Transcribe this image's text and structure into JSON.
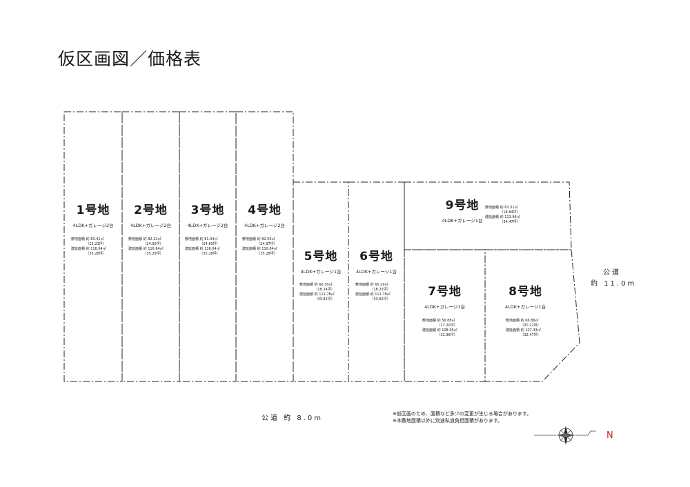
{
  "title": "仮区画図／価格表",
  "lots": [
    {
      "name": "1号地",
      "layout": "4LDK+ガレージ2台",
      "land_label": "敷地面積",
      "land_sqm": "約 83.41㎡",
      "land_tsubo": "（25.23坪）",
      "floor_label": "建延面積",
      "floor_sqm": "約 116.64㎡",
      "floor_tsubo": "（35.28坪）"
    },
    {
      "name": "2号地",
      "layout": "4LDK+ガレージ2台",
      "land_label": "敷地面積",
      "land_sqm": "約 82.32㎡",
      "land_tsubo": "（24.90坪）",
      "floor_label": "建延面積",
      "floor_sqm": "約 116.64㎡",
      "floor_tsubo": "（35.28坪）"
    },
    {
      "name": "3号地",
      "layout": "4LDK+ガレージ2台",
      "land_label": "敷地面積",
      "land_sqm": "約 81.34㎡",
      "land_tsubo": "（24.60坪）",
      "floor_label": "建延面積",
      "floor_sqm": "約 116.64㎡",
      "floor_tsubo": "（35.28坪）"
    },
    {
      "name": "4号地",
      "layout": "4LDK+ガレージ2台",
      "land_label": "敷地面積",
      "land_sqm": "約 82.56㎡",
      "land_tsubo": "（24.97坪）",
      "floor_label": "建延面積",
      "floor_sqm": "約 116.64㎡",
      "floor_tsubo": "（35.28坪）"
    },
    {
      "name": "5号地",
      "layout": "4LDK+ガレージ1台",
      "land_label": "敷地面積",
      "land_sqm": "約 60.30㎡",
      "land_tsubo": "（18.24坪）",
      "floor_label": "建延面積",
      "floor_sqm": "約 111.78㎡",
      "floor_tsubo": "（33.82坪）"
    },
    {
      "name": "6号地",
      "layout": "4LDK+ガレージ1台",
      "land_label": "敷地面積",
      "land_sqm": "約 60.29㎡",
      "land_tsubo": "（18.23坪）",
      "floor_label": "建延面積",
      "floor_sqm": "約 111.78㎡",
      "floor_tsubo": "（33.82坪）"
    },
    {
      "name": "7号地",
      "layout": "4LDK+ガレージ1台",
      "land_label": "敷地面積",
      "land_sqm": "約 56.88㎡",
      "land_tsubo": "（17.20坪）",
      "floor_label": "建延面積",
      "floor_sqm": "約 108.95㎡",
      "floor_tsubo": "（32.96坪）"
    },
    {
      "name": "8号地",
      "layout": "4LDK+ガレージ1台",
      "land_label": "敷地面積",
      "land_sqm": "約 66.86㎡",
      "land_tsubo": "（20.22坪）",
      "floor_label": "建延面積",
      "floor_sqm": "約 107.33㎡",
      "floor_tsubo": "（32.47坪）"
    },
    {
      "name": "9号地",
      "layout": "4LDK+ガレージ1台",
      "land_label": "敷地面積",
      "land_sqm": "約 62.31㎡",
      "land_tsubo": "（18.84坪）",
      "floor_label": "建延面積",
      "floor_sqm": "約 113.96㎡",
      "floor_tsubo": "（34.47坪）"
    }
  ],
  "roads": {
    "east_line1": "公道",
    "east_line2": "約 11.0m",
    "south": "公道 約 8.0m"
  },
  "notes": [
    "※仮区画のため、面積など多少の変更が生じる場合があります。",
    "※本敷地面積以外に別途私道負担面積があります。"
  ],
  "compass": {
    "label": "N",
    "color": "#c0281e"
  }
}
